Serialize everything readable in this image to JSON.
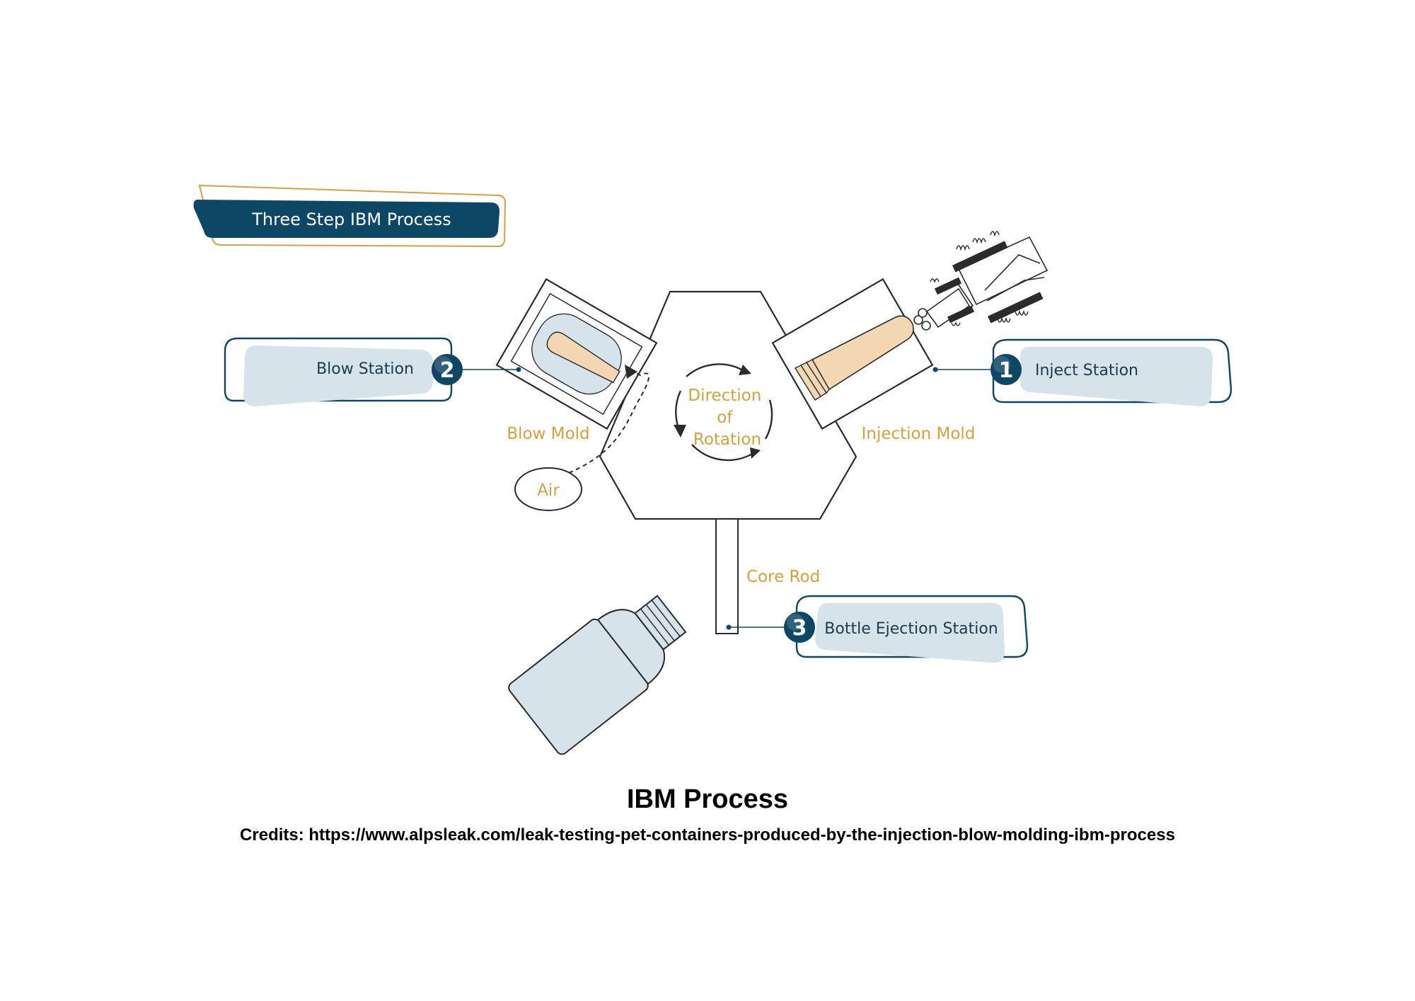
{
  "header": {
    "title": "Three Step IBM Process"
  },
  "stations": {
    "blow": {
      "number": "2",
      "label": "Blow Station"
    },
    "inject": {
      "number": "1",
      "label": "Inject Station"
    },
    "eject": {
      "number": "3",
      "label": "Bottle Ejection Station"
    }
  },
  "labels": {
    "blow_mold": "Blow Mold",
    "injection_mold": "Injection Mold",
    "core_rod": "Core Rod",
    "air": "Air",
    "rotation": [
      "Direction",
      "of",
      "Rotation"
    ]
  },
  "caption": {
    "title": "IBM Process",
    "credits": "Credits: https://www.alpsleak.com/leak-testing-pet-containers-produced-by-the-injection-blow-molding-ibm-process"
  },
  "colors": {
    "navy": "#0d4766",
    "gold": "#D9A13B",
    "light_blue": "#d6e3ea",
    "preform": "#f3d7b2",
    "outline": "#2b2b2b"
  }
}
